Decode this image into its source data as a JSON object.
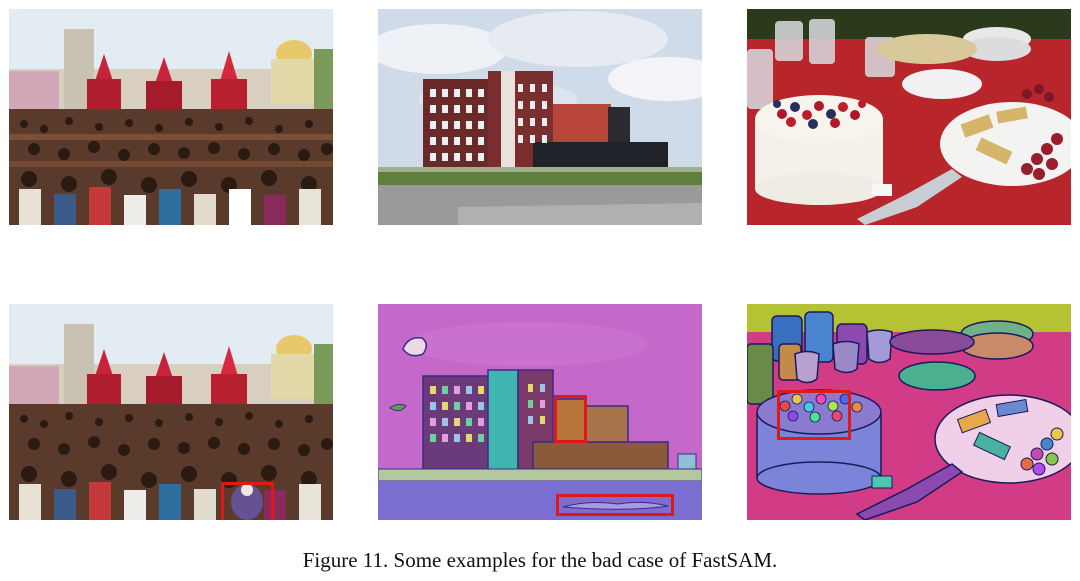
{
  "caption": "Figure 11. Some examples for the bad case of FastSAM.",
  "colors": {
    "highlight_box": "#e01818",
    "crowd_sky": "#dfe8f2",
    "building_sky": "#c9d7e6",
    "table_cloth": "#b8262c",
    "segmentation_sky": "#c468c9",
    "segmentation_table": "#d23c86"
  },
  "panels": [
    {
      "row": "original",
      "scene": "crowd-temple"
    },
    {
      "row": "original",
      "scene": "office-building"
    },
    {
      "row": "original",
      "scene": "dessert-table"
    },
    {
      "row": "segmented",
      "scene": "crowd-temple"
    },
    {
      "row": "segmented",
      "scene": "office-building"
    },
    {
      "row": "segmented",
      "scene": "dessert-table"
    }
  ]
}
